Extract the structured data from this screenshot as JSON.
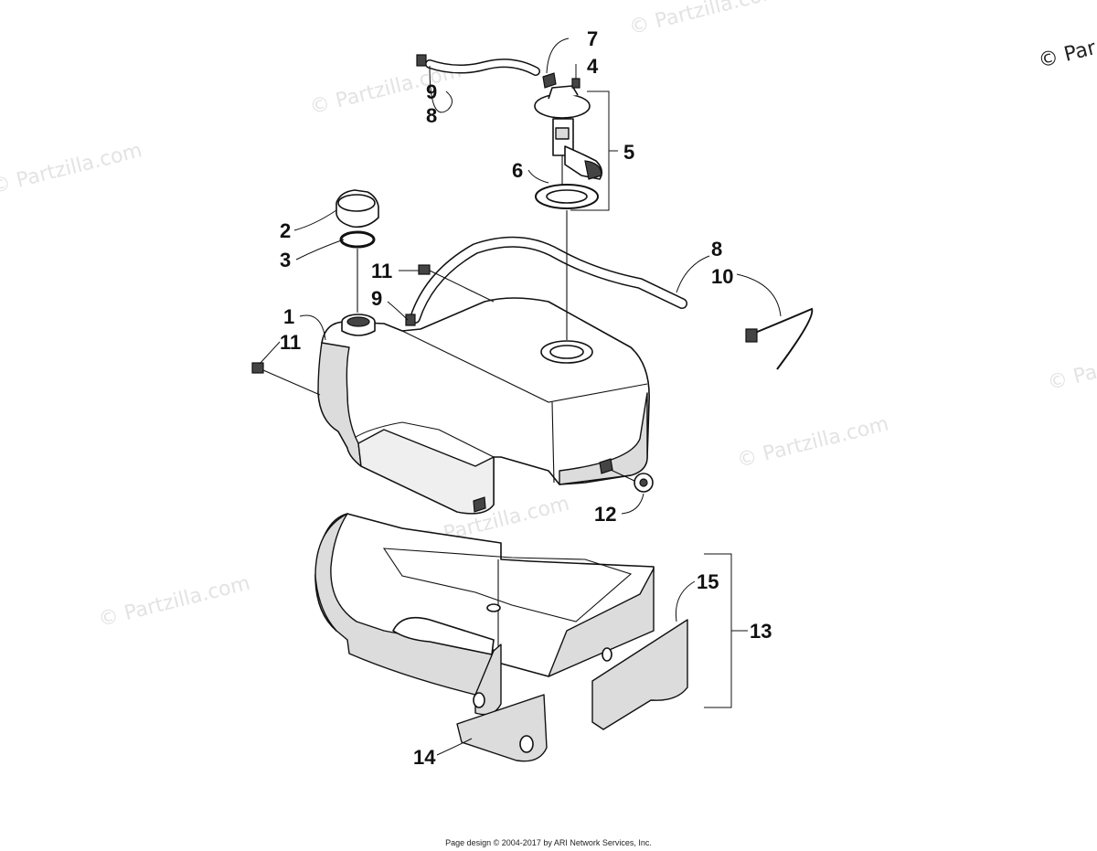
{
  "watermark": {
    "text": "© Partzilla.com",
    "corner_text": "© Par"
  },
  "callouts": [
    {
      "id": "7",
      "label": "7"
    },
    {
      "id": "4",
      "label": "4"
    },
    {
      "id": "9a",
      "label": "9"
    },
    {
      "id": "8a",
      "label": "8"
    },
    {
      "id": "5",
      "label": "5"
    },
    {
      "id": "6",
      "label": "6"
    },
    {
      "id": "2",
      "label": "2"
    },
    {
      "id": "3",
      "label": "3"
    },
    {
      "id": "11a",
      "label": "11"
    },
    {
      "id": "9b",
      "label": "9"
    },
    {
      "id": "1",
      "label": "1"
    },
    {
      "id": "11b",
      "label": "11"
    },
    {
      "id": "8b",
      "label": "8"
    },
    {
      "id": "10",
      "label": "10"
    },
    {
      "id": "12",
      "label": "12"
    },
    {
      "id": "15",
      "label": "15"
    },
    {
      "id": "13",
      "label": "13"
    },
    {
      "id": "14",
      "label": "14"
    }
  ],
  "footer": {
    "text": "Page design © 2004-2017 by ARI Network Services, Inc."
  }
}
